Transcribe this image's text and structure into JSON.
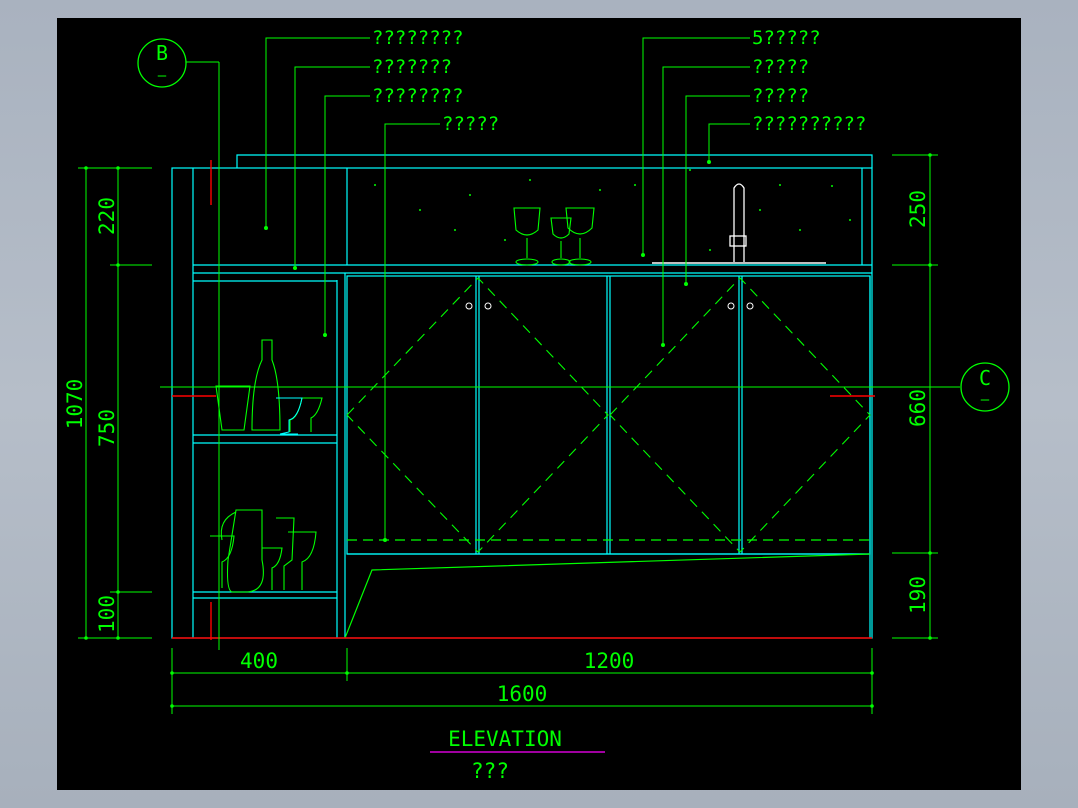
{
  "drawing": {
    "title": "ELEVATION",
    "subtitle": "???",
    "section_markers": [
      {
        "letter": "B",
        "sub": "—"
      },
      {
        "letter": "C",
        "sub": "—"
      }
    ],
    "callouts_left": [
      "????????",
      "???????",
      "????????",
      "?????"
    ],
    "callouts_right": [
      "5?????",
      "?????",
      "?????",
      "??????????"
    ],
    "dimensions": {
      "left_total": "1070",
      "left_parts": [
        "220",
        "750",
        "100"
      ],
      "right_parts": [
        "250",
        "660",
        "190"
      ],
      "bottom_parts": [
        "400",
        "1200"
      ],
      "bottom_total": "1600"
    }
  },
  "colors": {
    "background": "#000000",
    "dimension_green": "#00ff00",
    "outline_cyan": "#00ffff",
    "cut_red": "#ff0000",
    "underline_magenta": "#ff00ff",
    "frame_gray": "#b0b8c4"
  }
}
